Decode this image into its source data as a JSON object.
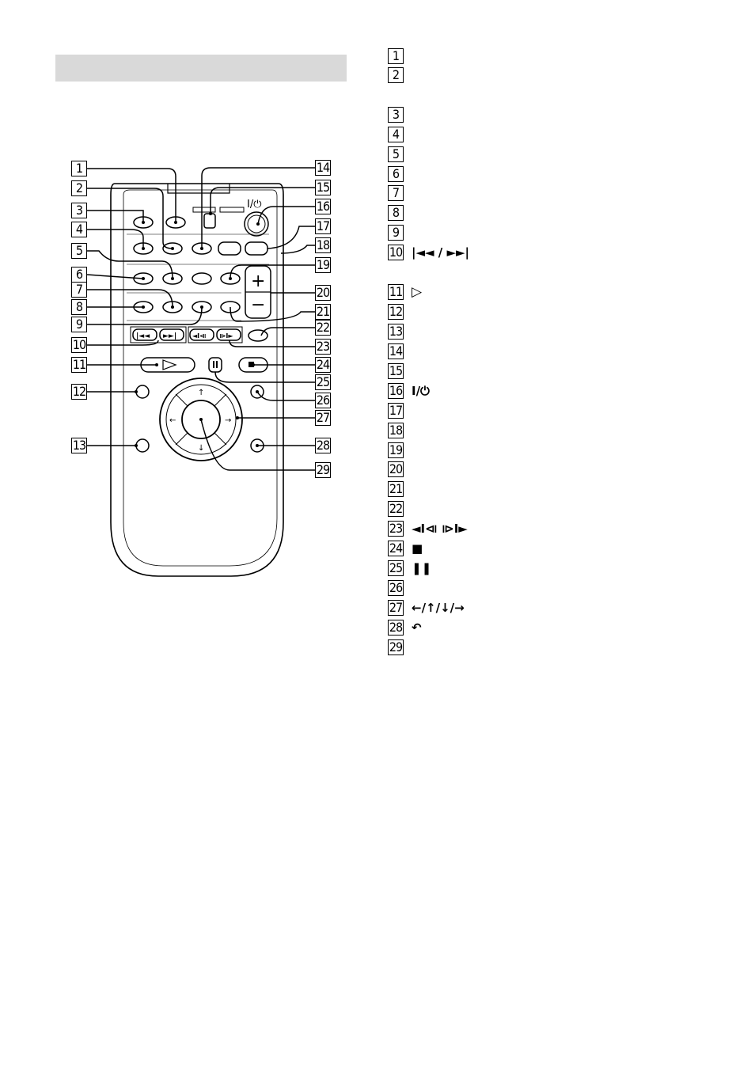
{
  "diagram_labels": {
    "left": [
      "1",
      "2",
      "3",
      "4",
      "5",
      "6",
      "7",
      "8",
      "9",
      "10",
      "11",
      "12",
      "13"
    ],
    "right": [
      "14",
      "15",
      "16",
      "17",
      "18",
      "19",
      "20",
      "21",
      "22",
      "23",
      "24",
      "25",
      "26",
      "27",
      "28",
      "29"
    ]
  },
  "remote": {
    "power_label": "I/⏻",
    "vol_plus": "+",
    "vol_minus": "−"
  },
  "legend": [
    {
      "num": "1",
      "symbol": ""
    },
    {
      "num": "2",
      "symbol": ""
    },
    {
      "num": "3",
      "symbol": ""
    },
    {
      "num": "4",
      "symbol": ""
    },
    {
      "num": "5",
      "symbol": ""
    },
    {
      "num": "6",
      "symbol": ""
    },
    {
      "num": "7",
      "symbol": ""
    },
    {
      "num": "8",
      "symbol": ""
    },
    {
      "num": "9",
      "symbol": ""
    },
    {
      "num": "10",
      "symbol": "|◄◄ / ►►|"
    },
    {
      "num": "11",
      "symbol": "▷"
    },
    {
      "num": "12",
      "symbol": ""
    },
    {
      "num": "13",
      "symbol": ""
    },
    {
      "num": "14",
      "symbol": ""
    },
    {
      "num": "15",
      "symbol": ""
    },
    {
      "num": "16",
      "symbol": "I/⏻"
    },
    {
      "num": "17",
      "symbol": ""
    },
    {
      "num": "18",
      "symbol": ""
    },
    {
      "num": "19",
      "symbol": ""
    },
    {
      "num": "20",
      "symbol": ""
    },
    {
      "num": "21",
      "symbol": ""
    },
    {
      "num": "22",
      "symbol": ""
    },
    {
      "num": "23",
      "symbol": "◄I⧏  ⧐I►"
    },
    {
      "num": "24",
      "symbol": "■"
    },
    {
      "num": "25",
      "symbol": "❚❚"
    },
    {
      "num": "26",
      "symbol": ""
    },
    {
      "num": "27",
      "symbol": "←/↑/↓/→"
    },
    {
      "num": "28",
      "symbol": "↶"
    },
    {
      "num": "29",
      "symbol": ""
    }
  ]
}
